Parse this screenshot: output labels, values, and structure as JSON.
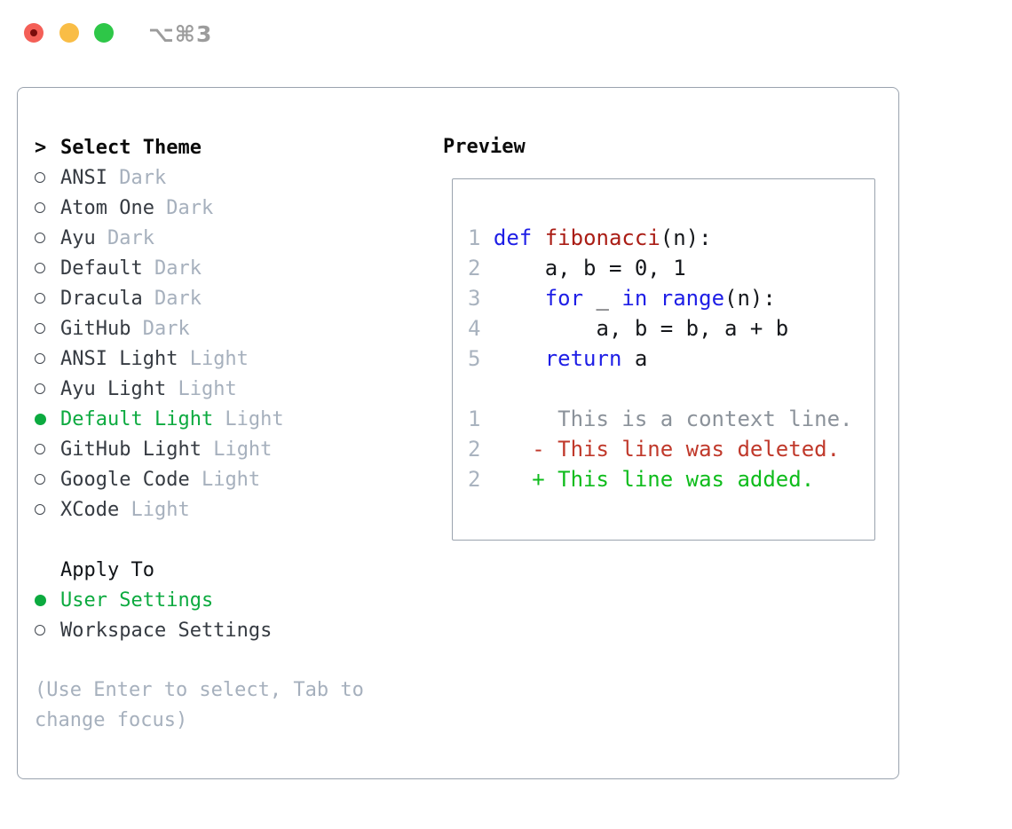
{
  "window": {
    "shortcut": "⌥⌘3",
    "controls": {
      "close": "close",
      "minimize": "minimize",
      "zoom": "zoom"
    }
  },
  "colors": {
    "accent_green": "#0caa3f",
    "added_green": "#0fbc1c",
    "deleted_red": "#c0392b",
    "keyword_blue": "#1e1ee6",
    "function_red": "#aa1d15",
    "muted_gray": "#a6b0bd",
    "border_gray": "#9aa3ae",
    "traffic_red": "#f45f57",
    "traffic_yellow": "#f9bd46",
    "traffic_green": "#2ec748"
  },
  "theme_selector": {
    "prompt": ">",
    "header": "Select Theme",
    "items": [
      {
        "name": "ANSI",
        "tag": "Dark",
        "selected": false
      },
      {
        "name": "Atom One",
        "tag": "Dark",
        "selected": false
      },
      {
        "name": "Ayu",
        "tag": "Dark",
        "selected": false
      },
      {
        "name": "Default",
        "tag": "Dark",
        "selected": false
      },
      {
        "name": "Dracula",
        "tag": "Dark",
        "selected": false
      },
      {
        "name": "GitHub",
        "tag": "Dark",
        "selected": false
      },
      {
        "name": "ANSI Light",
        "tag": "Light",
        "selected": false
      },
      {
        "name": "Ayu Light",
        "tag": "Light",
        "selected": false
      },
      {
        "name": "Default Light",
        "tag": "Light",
        "selected": true
      },
      {
        "name": "GitHub Light",
        "tag": "Light",
        "selected": false
      },
      {
        "name": "Google Code",
        "tag": "Light",
        "selected": false
      },
      {
        "name": "XCode",
        "tag": "Light",
        "selected": false
      }
    ]
  },
  "apply_to": {
    "header": "Apply To",
    "options": [
      {
        "name": "User Settings",
        "selected": true
      },
      {
        "name": "Workspace Settings",
        "selected": false
      }
    ]
  },
  "help_text": "(Use Enter to select, Tab to change focus)",
  "preview": {
    "title": "Preview",
    "code_lines": [
      {
        "num": "1",
        "segments": [
          {
            "t": "def",
            "c": "kw"
          },
          {
            "t": " ",
            "c": "pl"
          },
          {
            "t": "fibonacci",
            "c": "fn"
          },
          {
            "t": "(n):",
            "c": "pl"
          }
        ]
      },
      {
        "num": "2",
        "segments": [
          {
            "t": "    a, b = 0, 1",
            "c": "pl"
          }
        ]
      },
      {
        "num": "3",
        "segments": [
          {
            "t": "    ",
            "c": "pl"
          },
          {
            "t": "for",
            "c": "kw"
          },
          {
            "t": " _ ",
            "c": "pl"
          },
          {
            "t": "in",
            "c": "kw"
          },
          {
            "t": " ",
            "c": "pl"
          },
          {
            "t": "range",
            "c": "kw"
          },
          {
            "t": "(n):",
            "c": "pl"
          }
        ]
      },
      {
        "num": "4",
        "segments": [
          {
            "t": "        a, b = b, a + b",
            "c": "pl"
          }
        ]
      },
      {
        "num": "5",
        "segments": [
          {
            "t": "    ",
            "c": "pl"
          },
          {
            "t": "return",
            "c": "kw"
          },
          {
            "t": " a",
            "c": "pl"
          }
        ]
      },
      {
        "num": "",
        "segments": []
      },
      {
        "num": "1",
        "segments": [
          {
            "t": "     This is a context line.",
            "c": "ctx"
          }
        ]
      },
      {
        "num": "2",
        "segments": [
          {
            "t": "   - This line was deleted.",
            "c": "del"
          }
        ]
      },
      {
        "num": "2",
        "segments": [
          {
            "t": "   + This line was added.",
            "c": "add"
          }
        ]
      }
    ]
  }
}
